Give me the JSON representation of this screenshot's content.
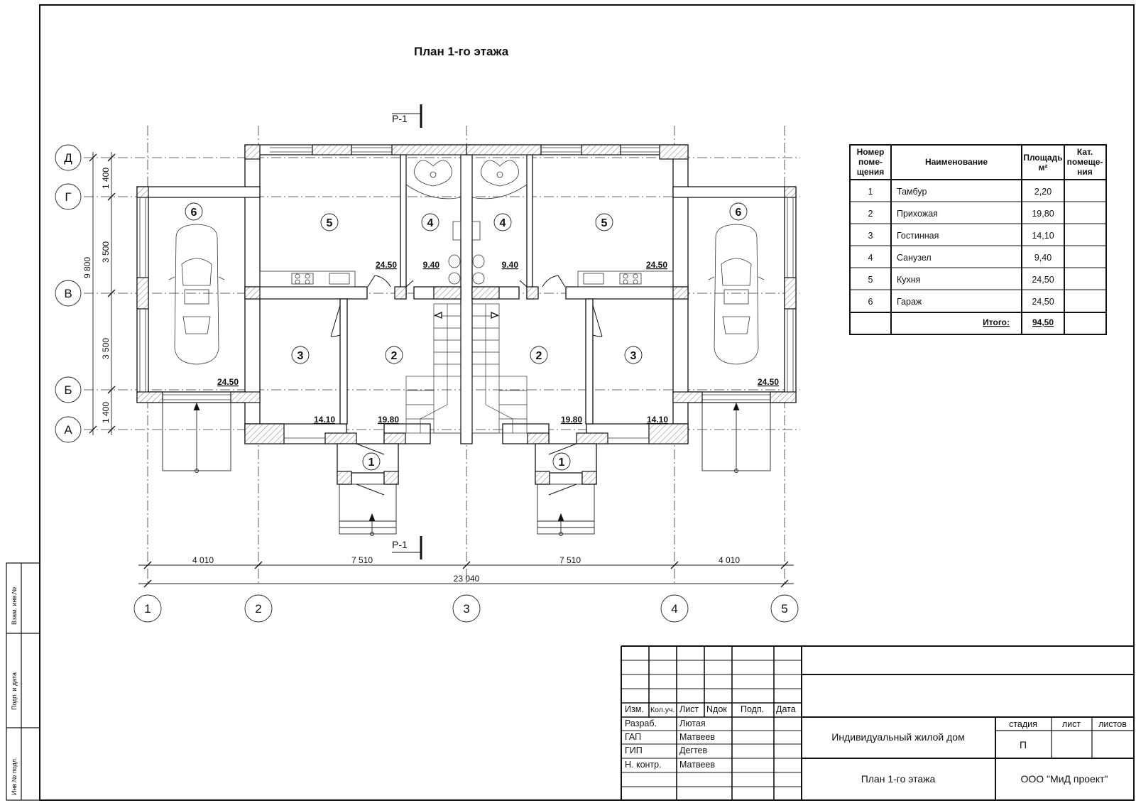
{
  "plan": {
    "title": "План 1-го этажа",
    "section_label": "Р-1",
    "column_axes": [
      "1",
      "2",
      "3",
      "4",
      "5"
    ],
    "row_axes": [
      "Д",
      "Г",
      "В",
      "Б",
      "А"
    ],
    "dims_bottom": [
      "4 010",
      "7 510",
      "7 510",
      "4 010"
    ],
    "dim_total": "23 040",
    "dims_left": [
      "1 400",
      "3 500",
      "3 500",
      "1 400"
    ],
    "dim_left_total": "9 800",
    "rooms": [
      {
        "num": "6",
        "area": "24.50"
      },
      {
        "num": "5",
        "area": "24.50"
      },
      {
        "num": "4",
        "area": "9.40"
      },
      {
        "num": "4",
        "area": "9.40"
      },
      {
        "num": "5",
        "area": "24.50"
      },
      {
        "num": "6",
        "area": "24.50"
      },
      {
        "num": "3",
        "area": "14.10"
      },
      {
        "num": "2",
        "area": "19.80"
      },
      {
        "num": "2",
        "area": "19.80"
      },
      {
        "num": "3",
        "area": "14.10"
      },
      {
        "num": "1",
        "area": ""
      },
      {
        "num": "1",
        "area": ""
      }
    ]
  },
  "explication": {
    "headers": [
      "Номер поме-щения",
      "Наименование",
      "Площадь м²",
      "Кат. помеще-ния"
    ],
    "header_lines": [
      [
        "Номер",
        "поме-",
        "щения"
      ],
      [
        "Наименование"
      ],
      [
        "Площадь",
        "м²"
      ],
      [
        "Кат.",
        "помеще-",
        "ния"
      ]
    ],
    "rows": [
      {
        "num": "1",
        "name": "Тамбур",
        "area": "2,20"
      },
      {
        "num": "2",
        "name": "Прихожая",
        "area": "19,80"
      },
      {
        "num": "3",
        "name": "Гостинная",
        "area": "14,10"
      },
      {
        "num": "4",
        "name": "Санузел",
        "area": "9,40"
      },
      {
        "num": "5",
        "name": "Кухня",
        "area": "24,50"
      },
      {
        "num": "6",
        "name": "Гараж",
        "area": "24,50"
      }
    ],
    "total_label": "Итого:",
    "total_value": "94,50"
  },
  "title_block": {
    "col_headers": [
      "Изм.",
      "Кол.уч.",
      "Лист",
      "Nдок",
      "Подп.",
      "Дата"
    ],
    "people": [
      {
        "role": "Разраб.",
        "name": "Лютая"
      },
      {
        "role": "ГАП",
        "name": "Матвеев"
      },
      {
        "role": "ГИП",
        "name": "Дегтев"
      },
      {
        "role": "Н. контр.",
        "name": "Матвеев"
      }
    ],
    "project": "Индивидуальный жилой дом",
    "sheet_title": "План 1-го этажа",
    "stage_header": "стадия",
    "sheet_header": "лист",
    "sheets_header": "листов",
    "stage": "П",
    "company": "ООО \"МиД проект\""
  },
  "side_stamps": [
    "Взам. инв.№",
    "Подп. и дата",
    "Инв.№ подл."
  ]
}
